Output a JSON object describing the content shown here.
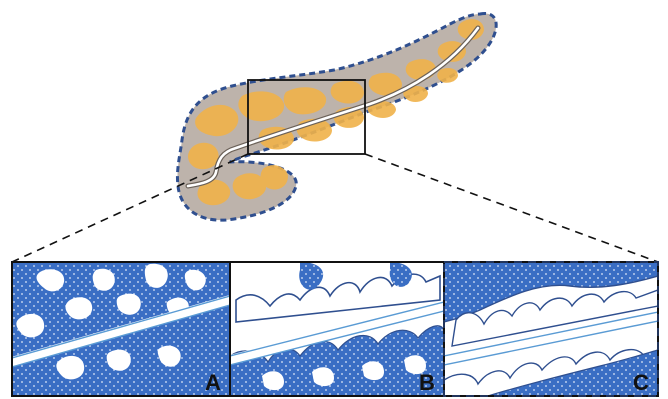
{
  "figure": {
    "panels": [
      {
        "id": "A",
        "label": "A"
      },
      {
        "id": "B",
        "label": "B"
      },
      {
        "id": "C",
        "label": "C"
      }
    ]
  },
  "colors": {
    "organ_fill": "#bdb3ab",
    "lobule_fill": "#f0b24a",
    "outline_blue": "#2f4f8f",
    "tissue_blue": "#3a6ec4",
    "duct_white": "#ffffff",
    "duct_line": "#5a9bd4",
    "frame": "#111111"
  }
}
